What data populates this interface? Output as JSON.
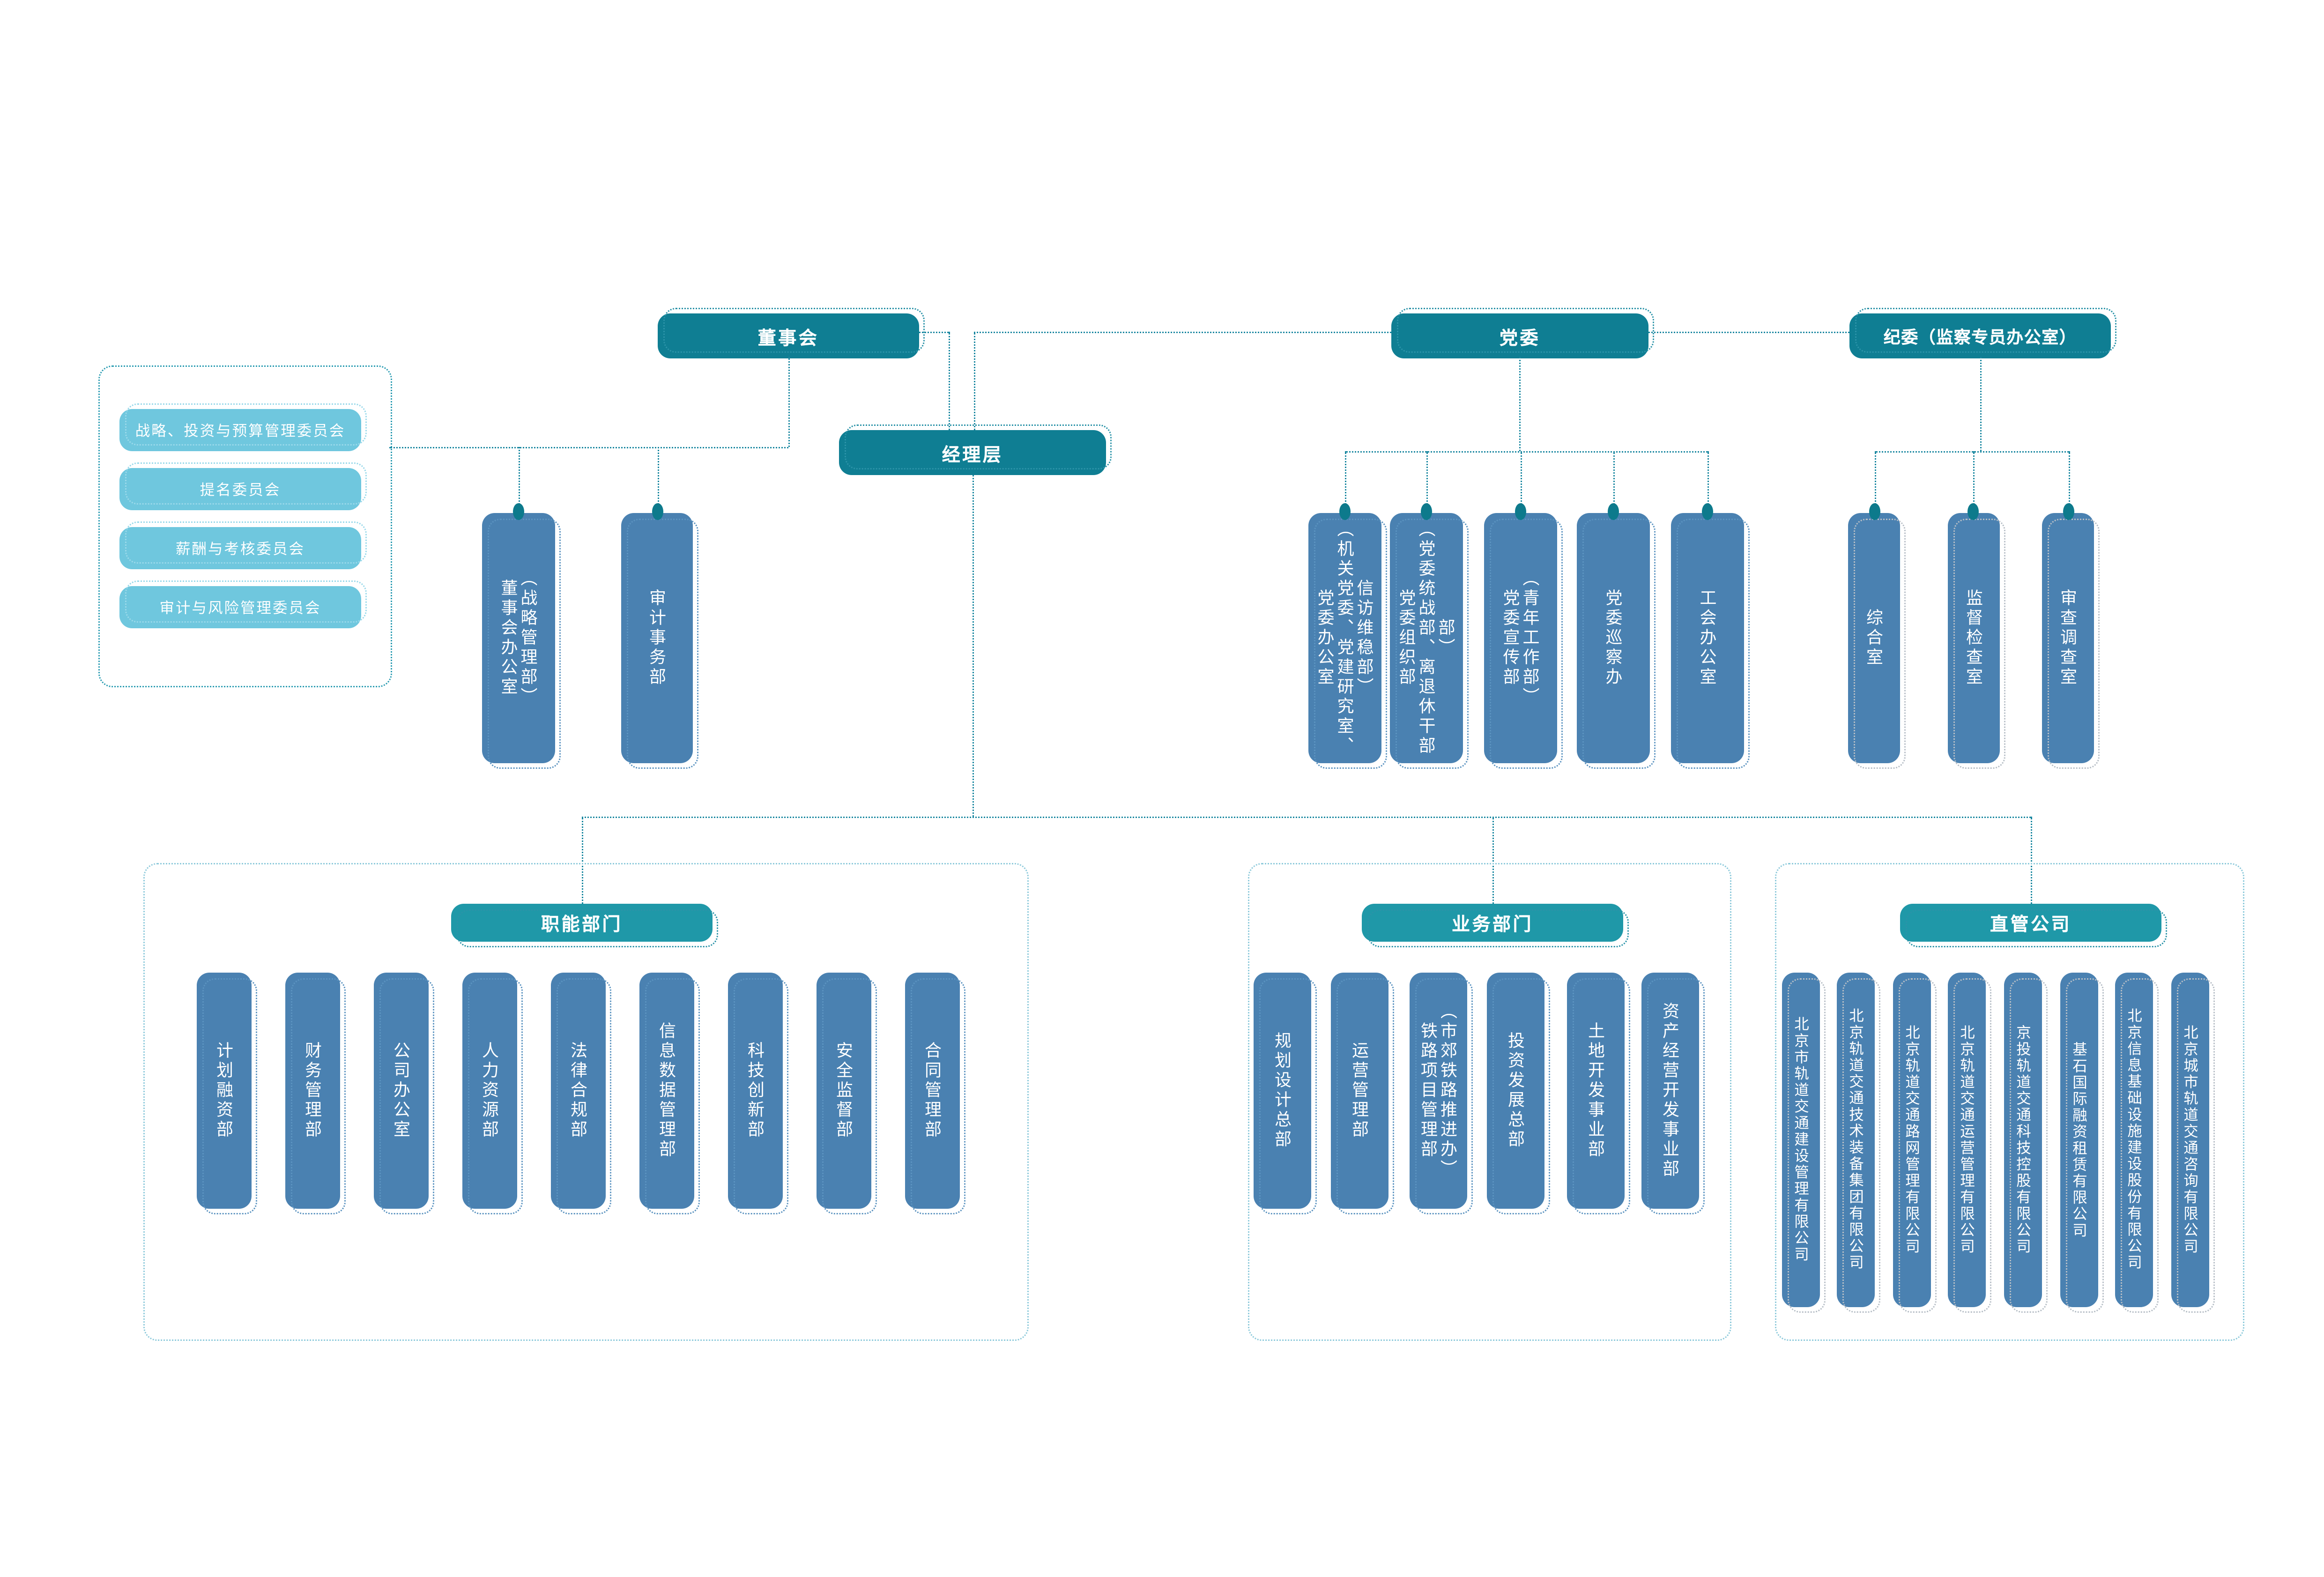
{
  "org": {
    "top": {
      "board": "董事会",
      "party": "党委",
      "discipline": "纪委（监察专员办公室）",
      "management": "经理层"
    },
    "committees": [
      "战略、投资与预算管理委员会",
      "提名委员会",
      "薪酬与考核委员会",
      "审计与风险管理委员会"
    ],
    "board_children": [
      "董事会办公室\n（战略管理部）",
      "审计事务部"
    ],
    "party_children": [
      "党委办公室\n（机关党委、党建研究室、\n信访维稳部）",
      "党委组织部\n（党委统战部、离退休干部部）",
      "党委宣传部\n（青年工作部）",
      "党委巡察办",
      "工会办公室"
    ],
    "discipline_children": [
      "综合室",
      "监督检查室",
      "审查调查室"
    ],
    "sections": [
      {
        "title": "职能部门",
        "departments": [
          "计划融资部",
          "财务管理部",
          "公司办公室",
          "人力资源部",
          "法律合规部",
          "信息数据管理部",
          "科技创新部",
          "安全监督部",
          "合同管理部"
        ]
      },
      {
        "title": "业务部门",
        "departments": [
          "规划设计总部",
          "运营管理部",
          "铁路项目管理部\n（市郊铁路推进办）",
          "投资发展总部",
          "土地开发事业部",
          "资产经营开发事业部"
        ]
      },
      {
        "title": "直管公司",
        "departments": [
          "北京市轨道交通建设管理有限公司",
          "北京轨道交通技术装备集团有限公司",
          "北京轨道交通路网管理有限公司",
          "北京轨道交通运营管理有限公司",
          "京投轨道交通科技控股有限公司",
          "基石国际融资租赁有限公司",
          "北京信息基础设施建设股份有限公司",
          "北京城市轨道交通咨询有限公司"
        ]
      }
    ],
    "colors": {
      "teal_dark": "#0f7e93",
      "teal_header": "#1f98a8",
      "light_blue": "#6fc7de",
      "steel_blue": "#4a81b1",
      "connector": "#1987a0"
    }
  }
}
